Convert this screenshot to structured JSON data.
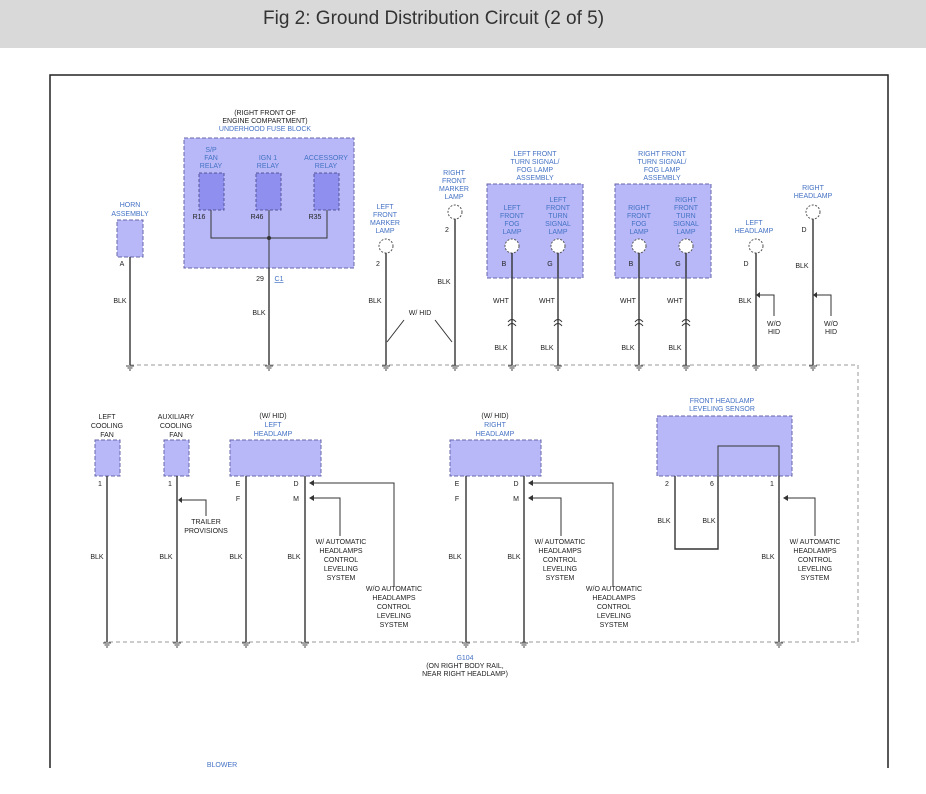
{
  "title": "Fig 2: Ground Distribution Circuit (2 of 5)",
  "fuse_block": {
    "location": [
      "(RIGHT FRONT OF",
      "ENGINE COMPARTMENT)"
    ],
    "name": "UNDERHOOD FUSE BLOCK",
    "relays": [
      {
        "lines": [
          "S/P",
          "FAN",
          "RELAY"
        ],
        "pin": "R16"
      },
      {
        "lines": [
          "IGN 1",
          "RELAY"
        ],
        "pin": "R46"
      },
      {
        "lines": [
          "ACCESSORY",
          "RELAY"
        ],
        "pin": "R35"
      }
    ],
    "pin": "29",
    "connector": "C1"
  },
  "horn": {
    "lines": [
      "HORN",
      "ASSEMBLY"
    ],
    "pin": "A"
  },
  "left_marker": {
    "lines": [
      "LEFT",
      "FRONT",
      "MARKER",
      "LAMP"
    ],
    "pin": "2"
  },
  "right_marker": {
    "lines": [
      "RIGHT",
      "FRONT",
      "MARKER",
      "LAMP"
    ],
    "pin": "2"
  },
  "with_hid": "W/ HID",
  "left_turn_assy": {
    "lines": [
      "LEFT FRONT",
      "TURN SIGNAL/",
      "FOG LAMP",
      "ASSEMBLY"
    ],
    "fog": {
      "lines": [
        "LEFT",
        "FRONT",
        "FOG",
        "LAMP"
      ],
      "pin": "B"
    },
    "turn": {
      "lines": [
        "LEFT",
        "FRONT",
        "TURN",
        "SIGNAL",
        "LAMP"
      ],
      "pin": "G"
    }
  },
  "right_turn_assy": {
    "lines": [
      "RIGHT FRONT",
      "TURN SIGNAL/",
      "FOG LAMP",
      "ASSEMBLY"
    ],
    "fog": {
      "lines": [
        "RIGHT",
        "FRONT",
        "FOG",
        "LAMP"
      ],
      "pin": "B"
    },
    "turn": {
      "lines": [
        "RIGHT",
        "FRONT",
        "TURN",
        "SIGNAL",
        "LAMP"
      ],
      "pin": "G"
    }
  },
  "left_headlamp_top": {
    "lines": [
      "LEFT",
      "HEADLAMP"
    ],
    "pin": "D"
  },
  "right_headlamp_top": {
    "lines": [
      "RIGHT",
      "HEADLAMP"
    ],
    "pin": "D"
  },
  "wo_hid": [
    "W/O",
    "HID"
  ],
  "wire_blk": "BLK",
  "wire_wht": "WHT",
  "left_cooling_fan": {
    "lines": [
      "LEFT",
      "COOLING",
      "FAN"
    ],
    "pin": "1"
  },
  "aux_cooling_fan": {
    "lines": [
      "AUXILIARY",
      "COOLING",
      "FAN"
    ],
    "pin": "1"
  },
  "trailer": [
    "TRAILER",
    "PROVISIONS"
  ],
  "left_headlamp_hid": {
    "lines": [
      "(W/ HID)",
      "LEFT",
      "HEADLAMP"
    ],
    "pin_e": "E",
    "pin_d": "D",
    "pin_f": "F",
    "pin_m": "M"
  },
  "right_headlamp_hid": {
    "lines": [
      "(W/ HID)",
      "RIGHT",
      "HEADLAMP"
    ],
    "pin_e": "E",
    "pin_d": "D",
    "pin_f": "F",
    "pin_m": "M"
  },
  "w_auto": [
    "W/ AUTOMATIC",
    "HEADLAMPS",
    "CONTROL",
    "LEVELING",
    "SYSTEM"
  ],
  "wo_auto": [
    "W/O AUTOMATIC",
    "HEADLAMPS",
    "CONTROL",
    "LEVELING",
    "SYSTEM"
  ],
  "leveling_sensor": {
    "lines": [
      "FRONT HEADLAMP",
      "LEVELING SENSOR"
    ],
    "pins": [
      "2",
      "6",
      "1"
    ]
  },
  "ground": {
    "name": "G104",
    "lines": [
      "(ON RIGHT BODY RAIL,",
      "NEAR RIGHT HEADLAMP)"
    ]
  },
  "blower": "BLOWER"
}
